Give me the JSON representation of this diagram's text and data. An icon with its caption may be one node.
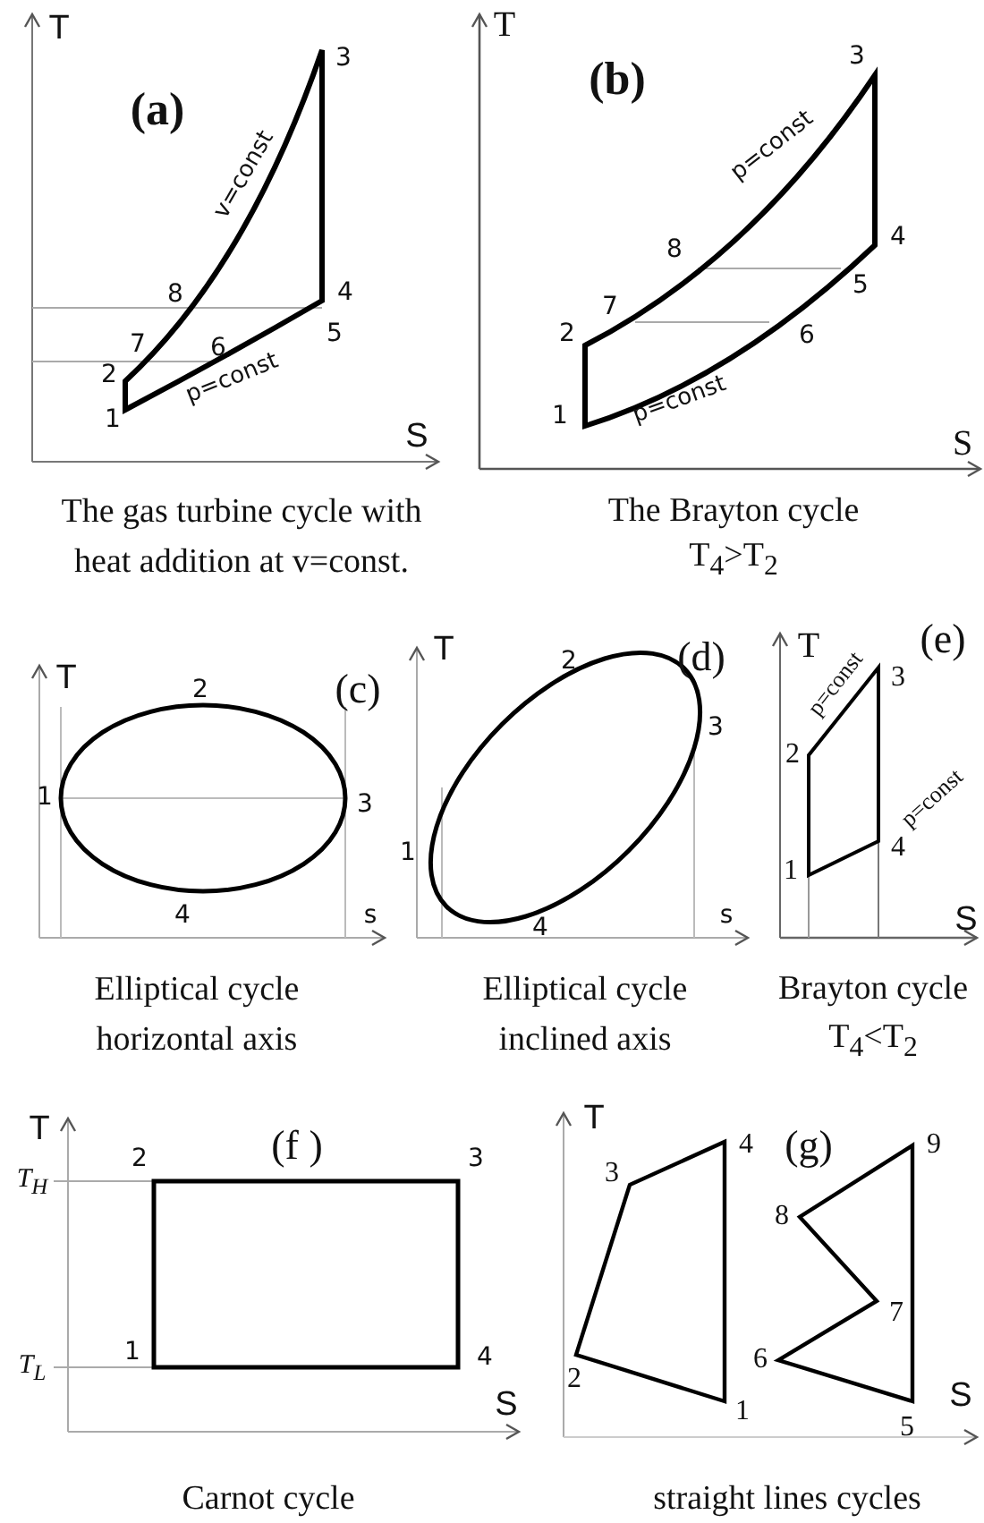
{
  "diagram": {
    "labels": [
      "T",
      "(a)",
      "3",
      "v=const",
      "8",
      "4",
      "7",
      "6",
      "5",
      "2",
      "p=const",
      "1",
      "S",
      "T",
      "(b)",
      "3",
      "p=const",
      "8",
      "4",
      "7",
      "5",
      "2",
      "6",
      "1",
      "p=const",
      "S",
      "The gas turbine cycle with heat addition at v=const.",
      "The Brayton cycle",
      "T$_{4}$>T$_{2}$",
      "T",
      "2",
      "(c)",
      "1",
      "3",
      "4",
      "s",
      "T",
      "2",
      "(d)",
      "3",
      "1",
      "4",
      "s",
      "T",
      "p=const",
      "(e)",
      "3",
      "2",
      "p=const",
      "4",
      "1",
      "S",
      "Elliptical cycle horizontal axis",
      "Elliptical cycle inclined axis",
      "Brayton cycle",
      "T$_{4}$<T$_{2}$",
      "T",
      "(f )",
      "T$_{H}$",
      "2",
      "3",
      "T$_{L}$",
      "1",
      "4",
      "S",
      "T",
      "4",
      "(g)",
      "9",
      "3",
      "8",
      "7",
      "6",
      "2",
      "1",
      "S",
      "5",
      "Carnot cycle",
      "straight lines cycles"
    ]
  }
}
